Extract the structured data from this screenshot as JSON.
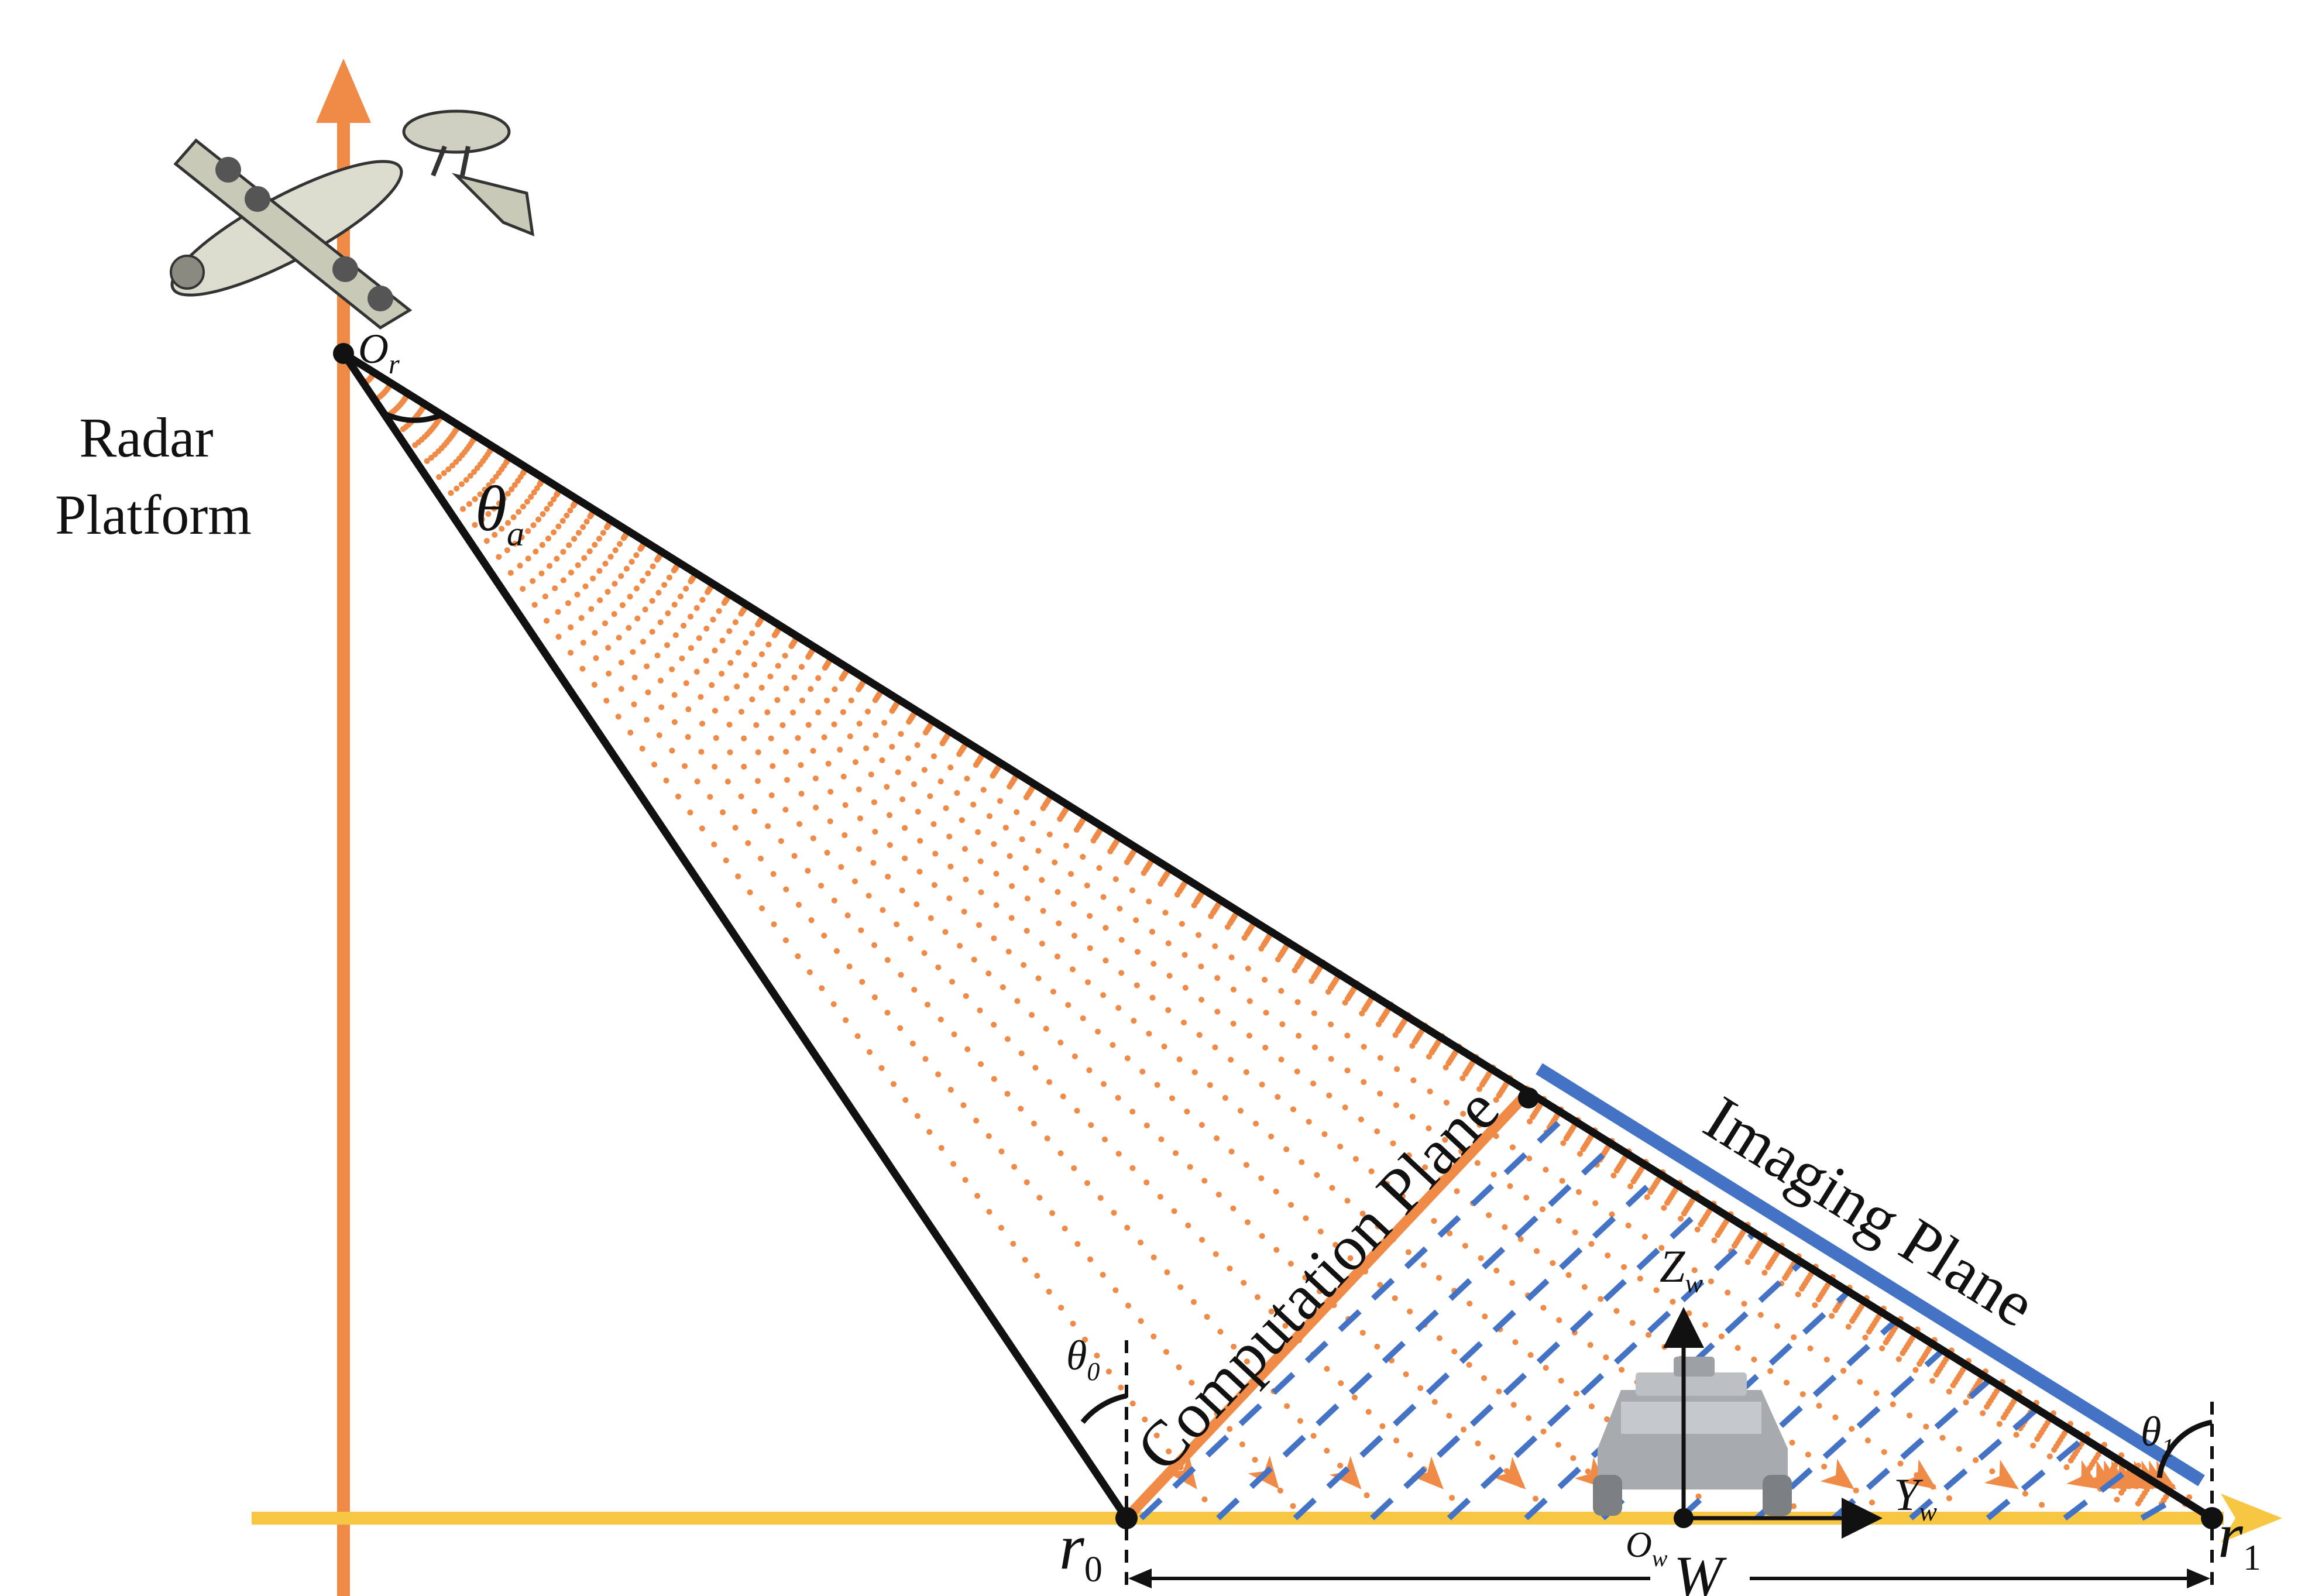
{
  "labels": {
    "radar_platform_line1": "Radar",
    "radar_platform_line2": "Platform",
    "origin_radar": "O",
    "origin_radar_sub": "r",
    "theta_a": "θ",
    "theta_a_sub": "a",
    "theta_0": "θ",
    "theta_0_sub": "0",
    "theta_1": "θ",
    "theta_1_sub": "1",
    "computation_plane": "Computation Plane",
    "imaging_plane": "Imaging Plane",
    "z_axis": "Z",
    "z_axis_sub": "w",
    "y_axis": "Y",
    "y_axis_sub": "w",
    "origin_world": "O",
    "origin_world_sub": "w",
    "r0": "r",
    "r0_sub": "0",
    "r1": "r",
    "r1_sub": "1",
    "width": "W"
  },
  "colors": {
    "orange": "#ef8a47",
    "yellow": "#f7c744",
    "blue": "#4472c4",
    "black": "#111111"
  },
  "icons": {
    "aircraft": "awacs-aircraft-icon",
    "vehicle": "armored-vehicle-icon"
  }
}
